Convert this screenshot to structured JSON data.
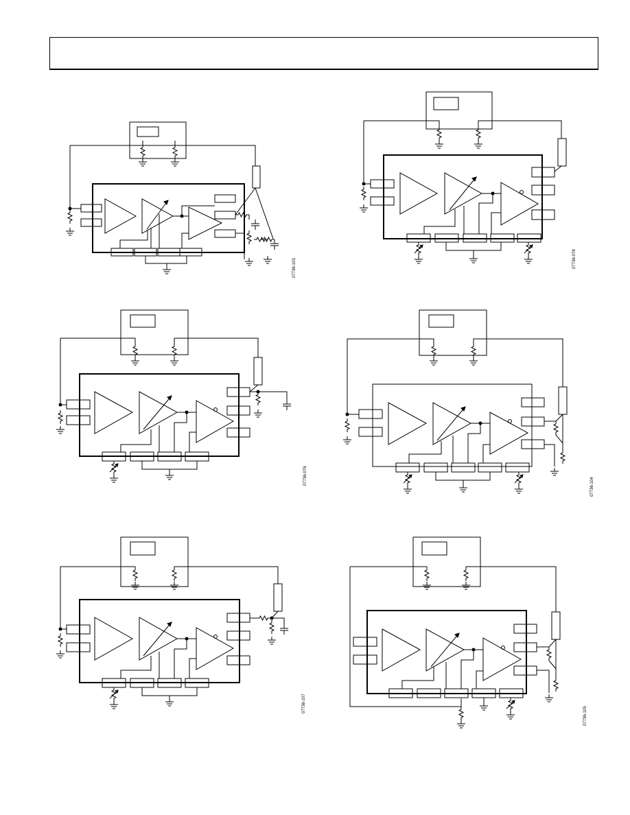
{
  "page": {
    "background": "#ffffff",
    "ink": "#000000"
  },
  "figures": [
    {
      "id": "07736-103"
    },
    {
      "id": "07736-078"
    },
    {
      "id": "07736-076"
    },
    {
      "id": "07736-104"
    },
    {
      "id": "07736-107"
    },
    {
      "id": "07736-105"
    }
  ]
}
